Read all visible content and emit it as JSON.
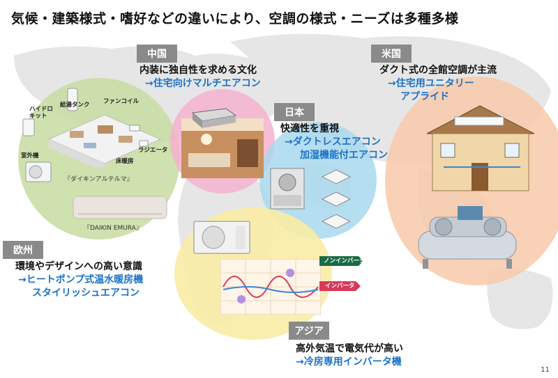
{
  "title": "気候・建築様式・嗜好などの違いにより、空調の様式・ニーズは多種多様",
  "page_number": "11",
  "regions": {
    "china": {
      "tag": "中国",
      "line1": "内装に独自性を求める文化",
      "line2": "→住宅向けマルチエアコン"
    },
    "japan": {
      "tag": "日本",
      "line1": "快適性を重視",
      "line2": "→ダクトレスエアコン",
      "line3": "加湿機能付エアコン"
    },
    "usa": {
      "tag": "米国",
      "line1": "ダクト式の全館空調が主流",
      "line2": "→住宅用ユニタリー",
      "line3": "アプライド"
    },
    "europe": {
      "tag": "欧州",
      "line1": "環境やデザインへの高い意識",
      "line2": "→ヒートポンプ式温水暖房機",
      "line3": "スタイリッシュエアコン"
    },
    "asia": {
      "tag": "アジア",
      "line1": "高外気温で電気代が高い",
      "line2": "→冷房専用インバータ機"
    }
  },
  "house_labels": {
    "hydro_kit": "ハイドロ\nキット",
    "hot_water_tank": "給湯タンク",
    "fan_coil": "ファンコイル",
    "radiator": "ラジエータ",
    "floor_heating": "床暖房",
    "outdoor_unit": "室外機"
  },
  "captions": {
    "altherma": "『ダイキンアルテルマ』",
    "emura": "『DAIKIN EMURA』"
  },
  "chart_labels": {
    "non_inverter": "ノンインバータ",
    "inverter": "インバータ"
  },
  "colors": {
    "europe_circle": "#c7dca0",
    "china_circle": "#f4b2cf",
    "japan_circle": "#a9d8ef",
    "asia_circle": "#f8eca4",
    "usa_circle": "#f8c9a9",
    "tag_bg": "#8a8a8a",
    "blue_text": "#1a72c8",
    "map_gray": "#e4e4e4"
  }
}
